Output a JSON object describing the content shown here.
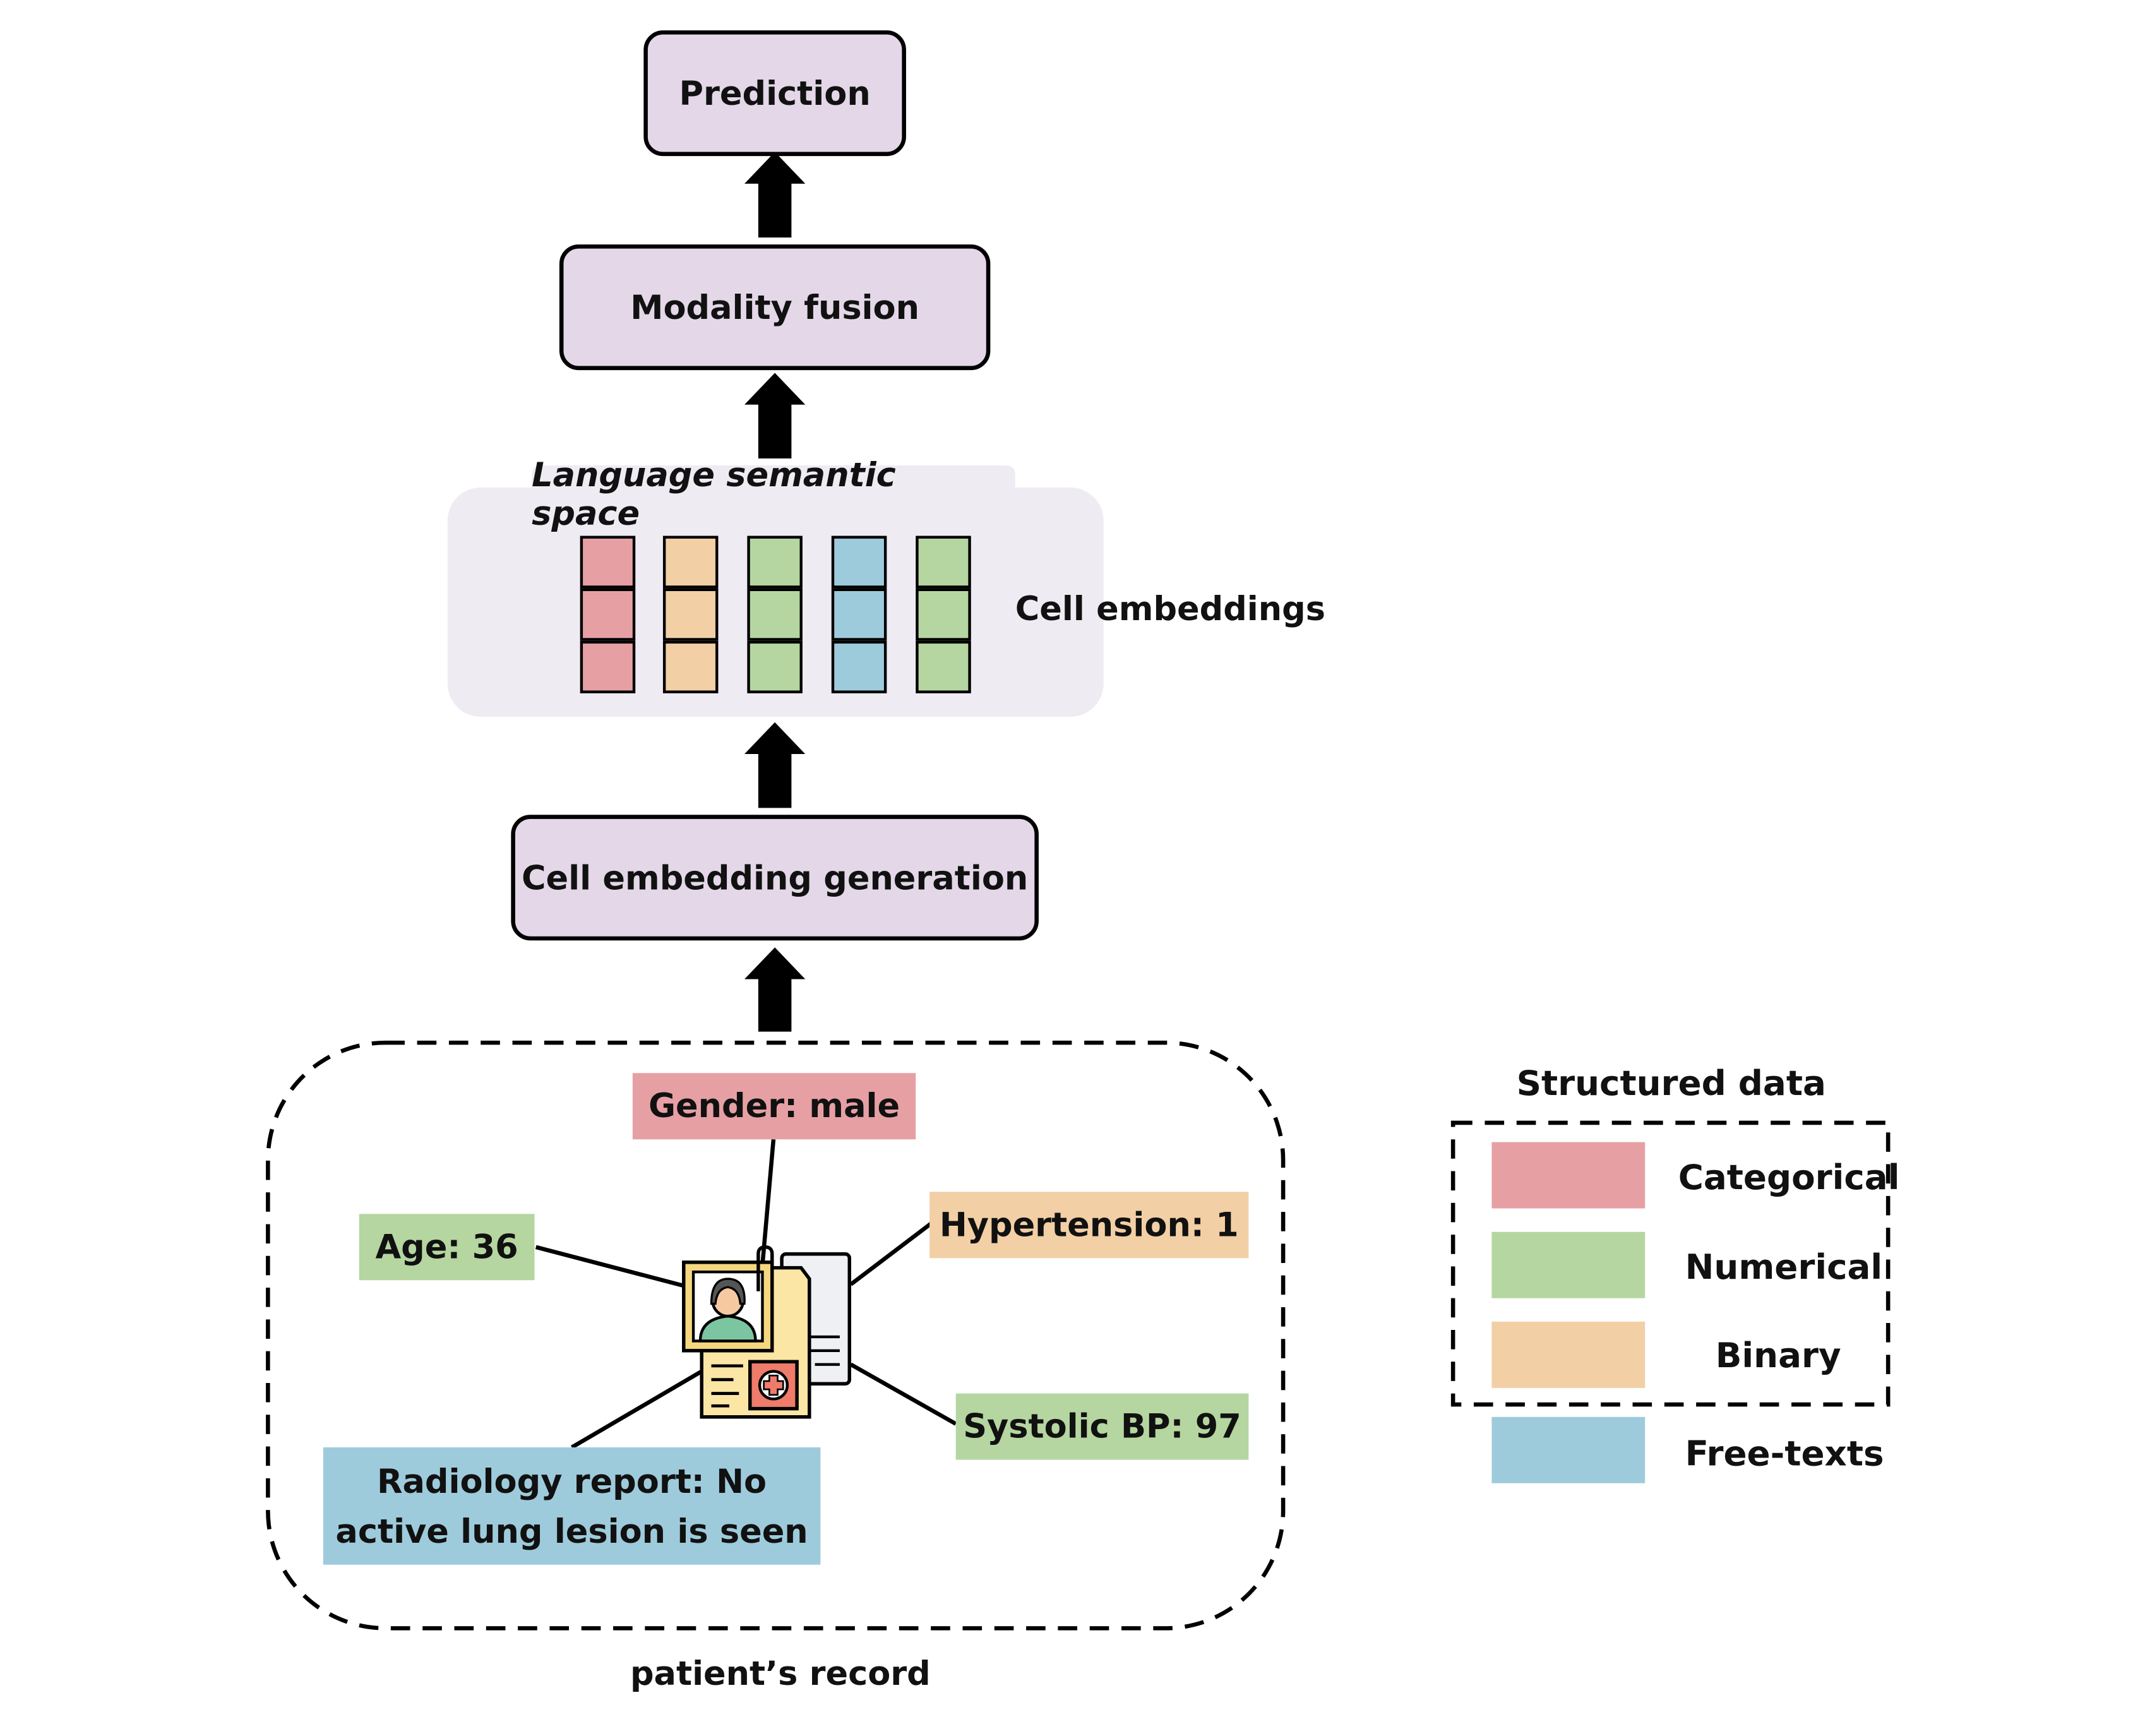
{
  "colors": {
    "categorical": "#e6a0a4",
    "numerical": "#b5d6a0",
    "binary": "#f2cfa5",
    "free_text": "#9ecbdb",
    "stage_fill": "#e3d7e8",
    "space_fill": "#efebf3"
  },
  "pipeline": {
    "prediction": "Prediction",
    "modality_fusion": "Modality fusion",
    "semantic_space_title": "Language semantic space",
    "cell_embeddings_label": "Cell embeddings",
    "cell_embedding_generation": "Cell embedding generation"
  },
  "embedding_columns": [
    "categorical",
    "binary",
    "numerical",
    "free_text",
    "numerical"
  ],
  "record": {
    "caption": "patient’s record",
    "icon": "patient-record-icon",
    "fields": {
      "gender": {
        "text": "Gender: male",
        "type": "categorical"
      },
      "age": {
        "text": "Age: 36",
        "type": "numerical"
      },
      "hypertension": {
        "text": "Hypertension: 1",
        "type": "binary"
      },
      "systolic_bp": {
        "text": "Systolic BP: 97",
        "type": "numerical"
      },
      "radiology_line1": "Radiology report: No",
      "radiology_line2": "active lung lesion is seen",
      "radiology_type": "free_text"
    }
  },
  "legend": {
    "title": "Structured data",
    "items": [
      {
        "label": "Categorical",
        "color": "#e6a0a4"
      },
      {
        "label": "Numerical",
        "color": "#b5d6a0"
      },
      {
        "label": "Binary",
        "color": "#f2cfa5"
      },
      {
        "label": "Free-texts",
        "color": "#9ecbdb"
      }
    ]
  }
}
